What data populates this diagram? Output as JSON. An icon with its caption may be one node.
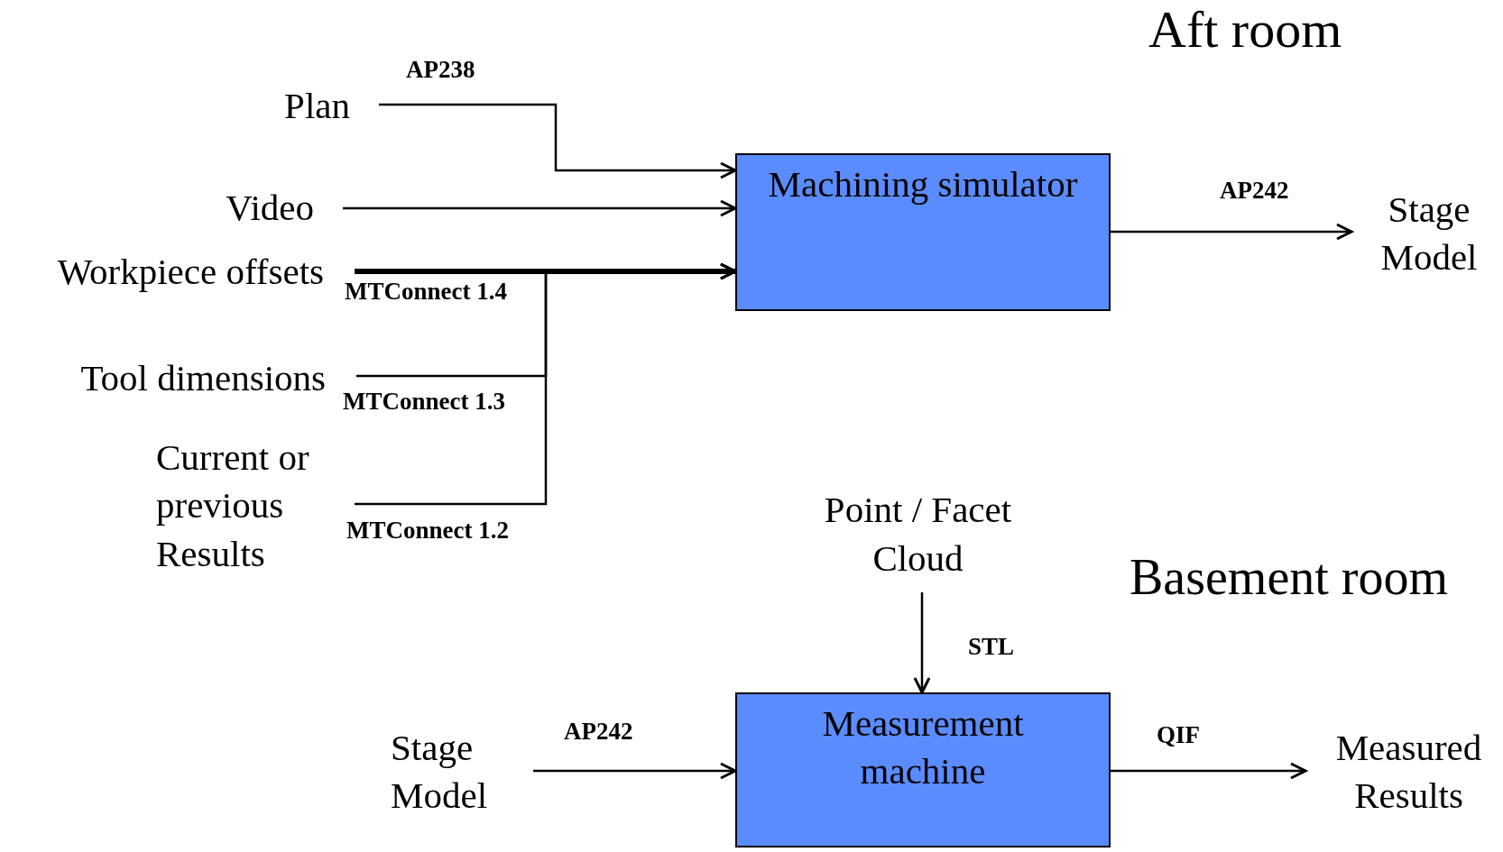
{
  "diagram": {
    "nodes": [
      {
        "text": [
          "Plan"
        ]
      },
      {
        "text": [
          "Video"
        ]
      },
      {
        "text": [
          "Workpiece offsets"
        ]
      },
      {
        "text": [
          "Tool dimensions"
        ]
      },
      {
        "text": [
          "Current or previous Results"
        ]
      },
      {
        "text": [
          "Machining simulator"
        ]
      },
      {
        "text": [
          "Stage Model"
        ]
      },
      {
        "text": [
          "Point / Facet Cloud"
        ]
      },
      {
        "text": [
          "Stage Model"
        ]
      },
      {
        "text": [
          "Measurement machine"
        ]
      },
      {
        "text": [
          "Measured Results"
        ]
      }
    ],
    "edges": [
      {
        "from": 0,
        "to": 5,
        "arrow": "to",
        "label": "AP238"
      },
      {
        "from": 1,
        "to": 5,
        "arrow": "to"
      },
      {
        "from": 2,
        "to": 5,
        "arrow": "to",
        "label": "MTConnect 1.4",
        "style": "thick"
      },
      {
        "from": 3,
        "to": 5,
        "arrow": "to",
        "label": "MTConnect 1.3"
      },
      {
        "from": 4,
        "to": 5,
        "arrow": "to",
        "label": "MTConnect 1.2"
      },
      {
        "from": 5,
        "to": 6,
        "arrow": "to",
        "label": "AP242"
      },
      {
        "from": 7,
        "to": 9,
        "arrow": "to",
        "label": "STL"
      },
      {
        "from": 8,
        "to": 9,
        "arrow": "to",
        "label": "AP242"
      },
      {
        "from": 9,
        "to": 10,
        "arrow": "to",
        "label": "QIF"
      }
    ],
    "labels": [
      "Aft room",
      "Basement room"
    ]
  }
}
